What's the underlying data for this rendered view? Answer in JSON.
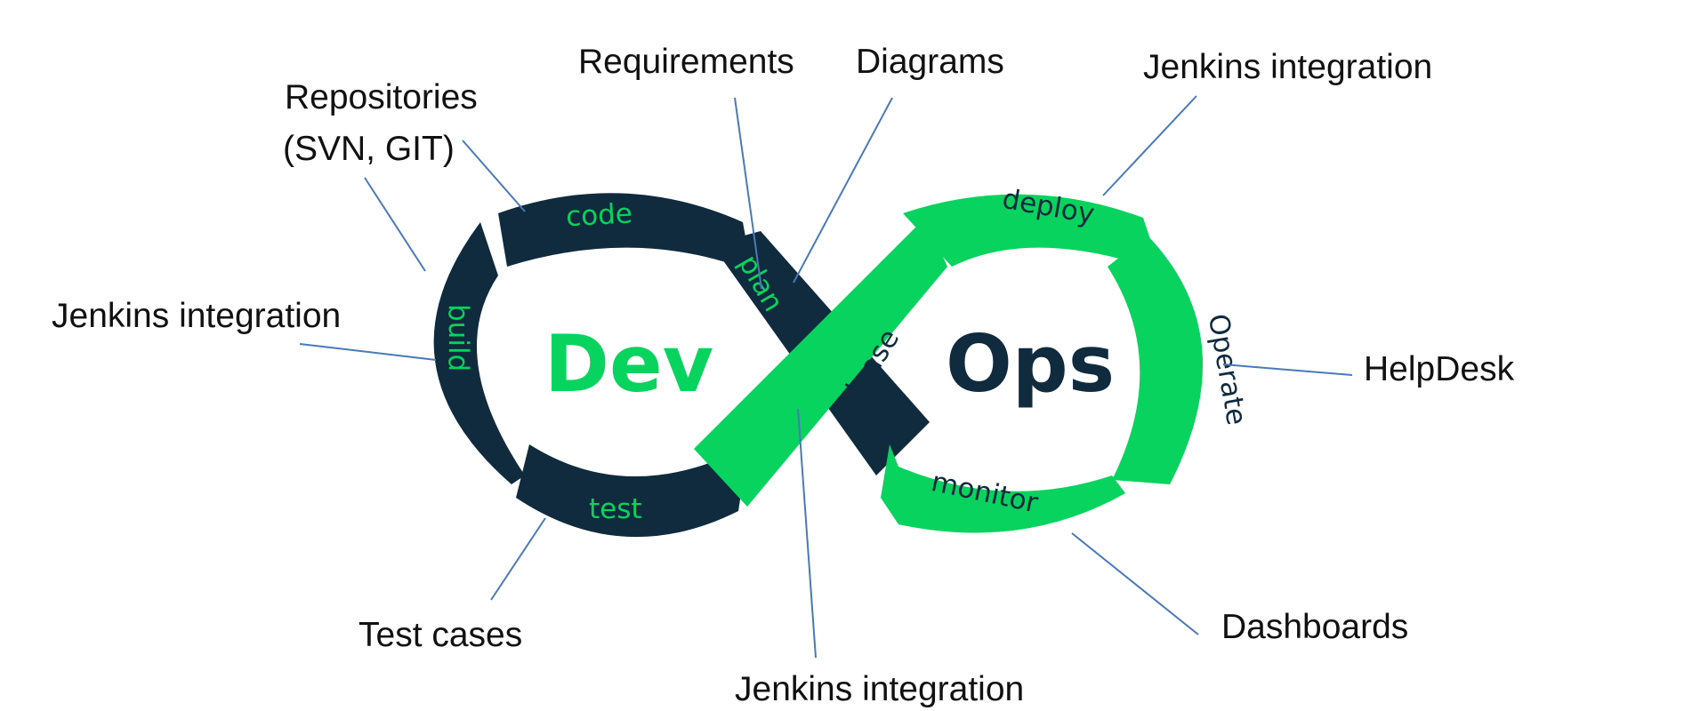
{
  "diagram": {
    "colors": {
      "dark": "#0f2b3d",
      "green": "#07d35e",
      "leader": "#4a79b8"
    },
    "center": {
      "dev": "Dev",
      "ops": "Ops"
    },
    "stages": {
      "code": "code",
      "build": "build",
      "test": "test",
      "plan": "plan",
      "release": "release",
      "deploy": "deploy",
      "operate": "Operate",
      "monitor": "monitor"
    },
    "callouts": {
      "repositories_line1": "Repositories",
      "repositories_line2": "(SVN, GIT)",
      "requirements": "Requirements",
      "diagrams": "Diagrams",
      "jenkins_deploy": "Jenkins integration",
      "jenkins_build": "Jenkins integration",
      "helpdesk": "HelpDesk",
      "test_cases": "Test cases",
      "dashboards": "Dashboards",
      "jenkins_release": "Jenkins integration"
    }
  }
}
